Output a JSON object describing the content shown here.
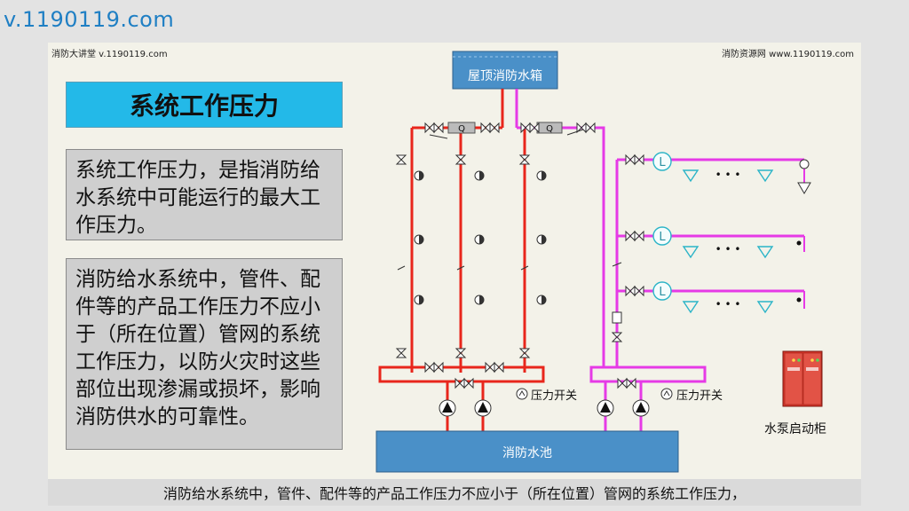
{
  "header": {
    "site_url": "v.1190119.com"
  },
  "slide": {
    "watermark_left": "消防大讲堂 v.1190119.com",
    "watermark_right": "消防资源网 www.1190119.com",
    "title": "系统工作压力",
    "text_box_1": "系统工作压力，是指消防给水系统中可能运行的最大工作压力。",
    "text_box_2": "消防给水系统中，管件、配件等的产品工作压力不应小于（所在位置）管网的系统工作压力，以防火灾时这些部位出现渗漏或损坏，影响消防供水的可靠性。"
  },
  "diagram": {
    "roof_tank_label": "屋顶消防水箱",
    "pool_label": "消防水池",
    "pressure_switch_left": "压力开关",
    "pressure_switch_right": "压力开关",
    "pump_cabinet_label": "水泵启动柜",
    "flow_meter_symbol": "Q",
    "level_symbol": "L",
    "ellipsis": "• • •"
  },
  "footer": {
    "caption": "消防给水系统中，管件、配件等的产品工作压力不应小于（所在位置）管网的系统工作压力，"
  },
  "colors": {
    "hydrant_pipe": "#e8261c",
    "sprinkler_pipe": "#e63ae6",
    "title_bg": "#23b9e8",
    "tank_fill": "#4a90c8",
    "pump_cabinet": "#d9362b"
  }
}
